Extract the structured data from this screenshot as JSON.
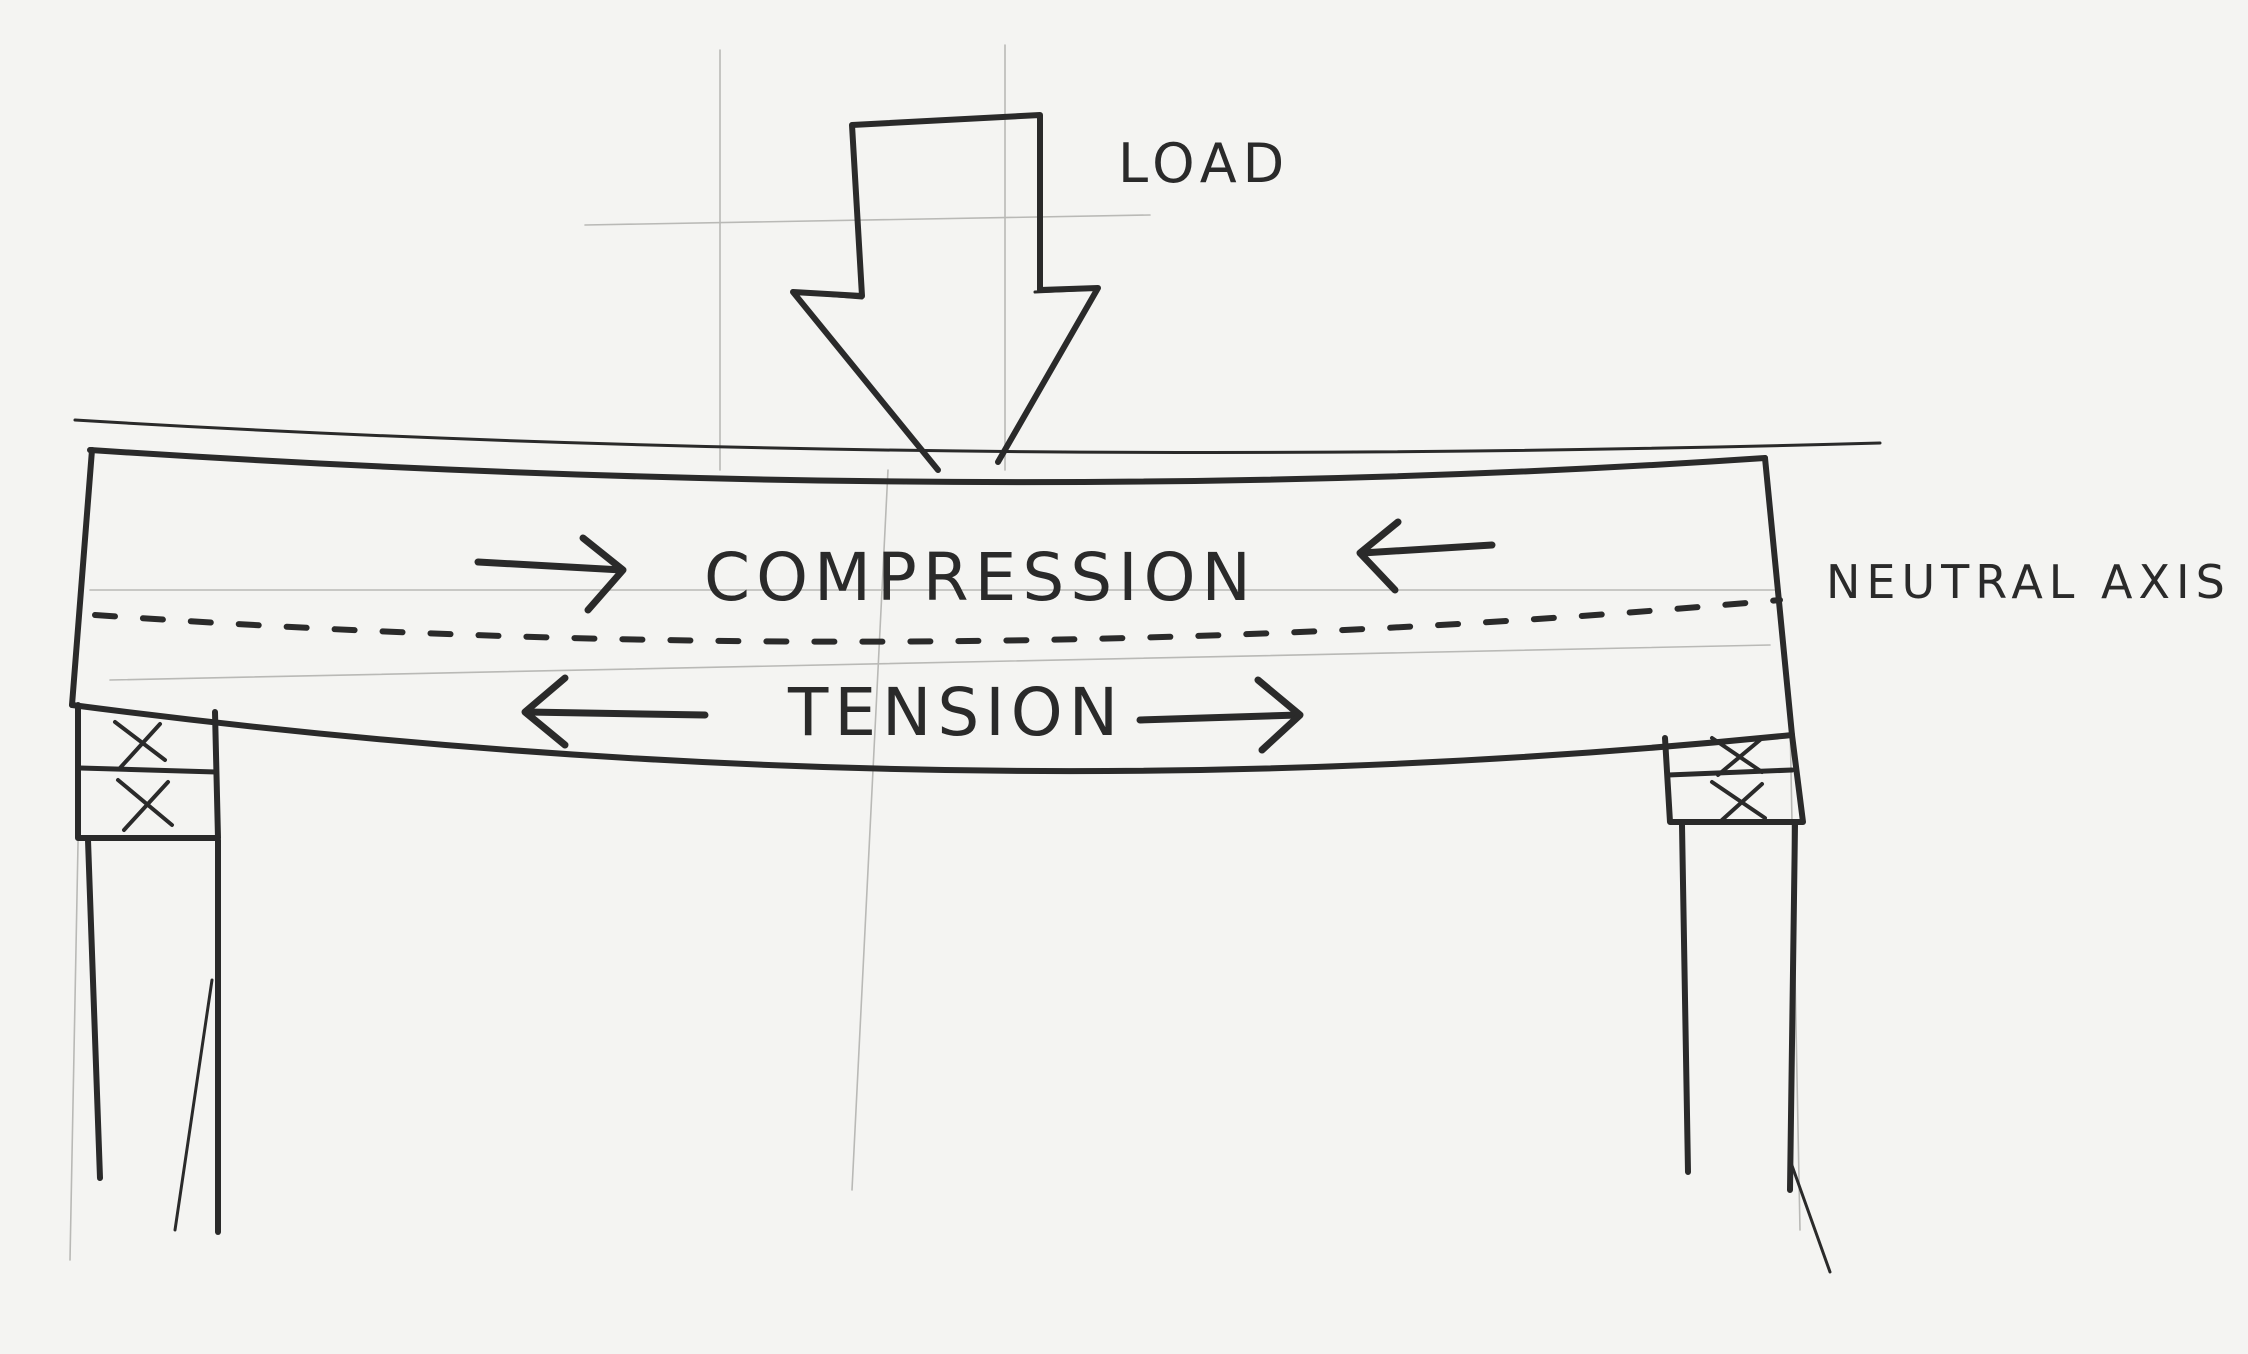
{
  "labels": {
    "load": "LOAD",
    "compression": "COMPRESSION",
    "tension": "TENSION",
    "neutral_axis": "NEUTRAL AXIS"
  },
  "colors": {
    "paper": "#f4f4f2",
    "ink": "#2a2a2a",
    "guide": "#b9b9b6"
  }
}
